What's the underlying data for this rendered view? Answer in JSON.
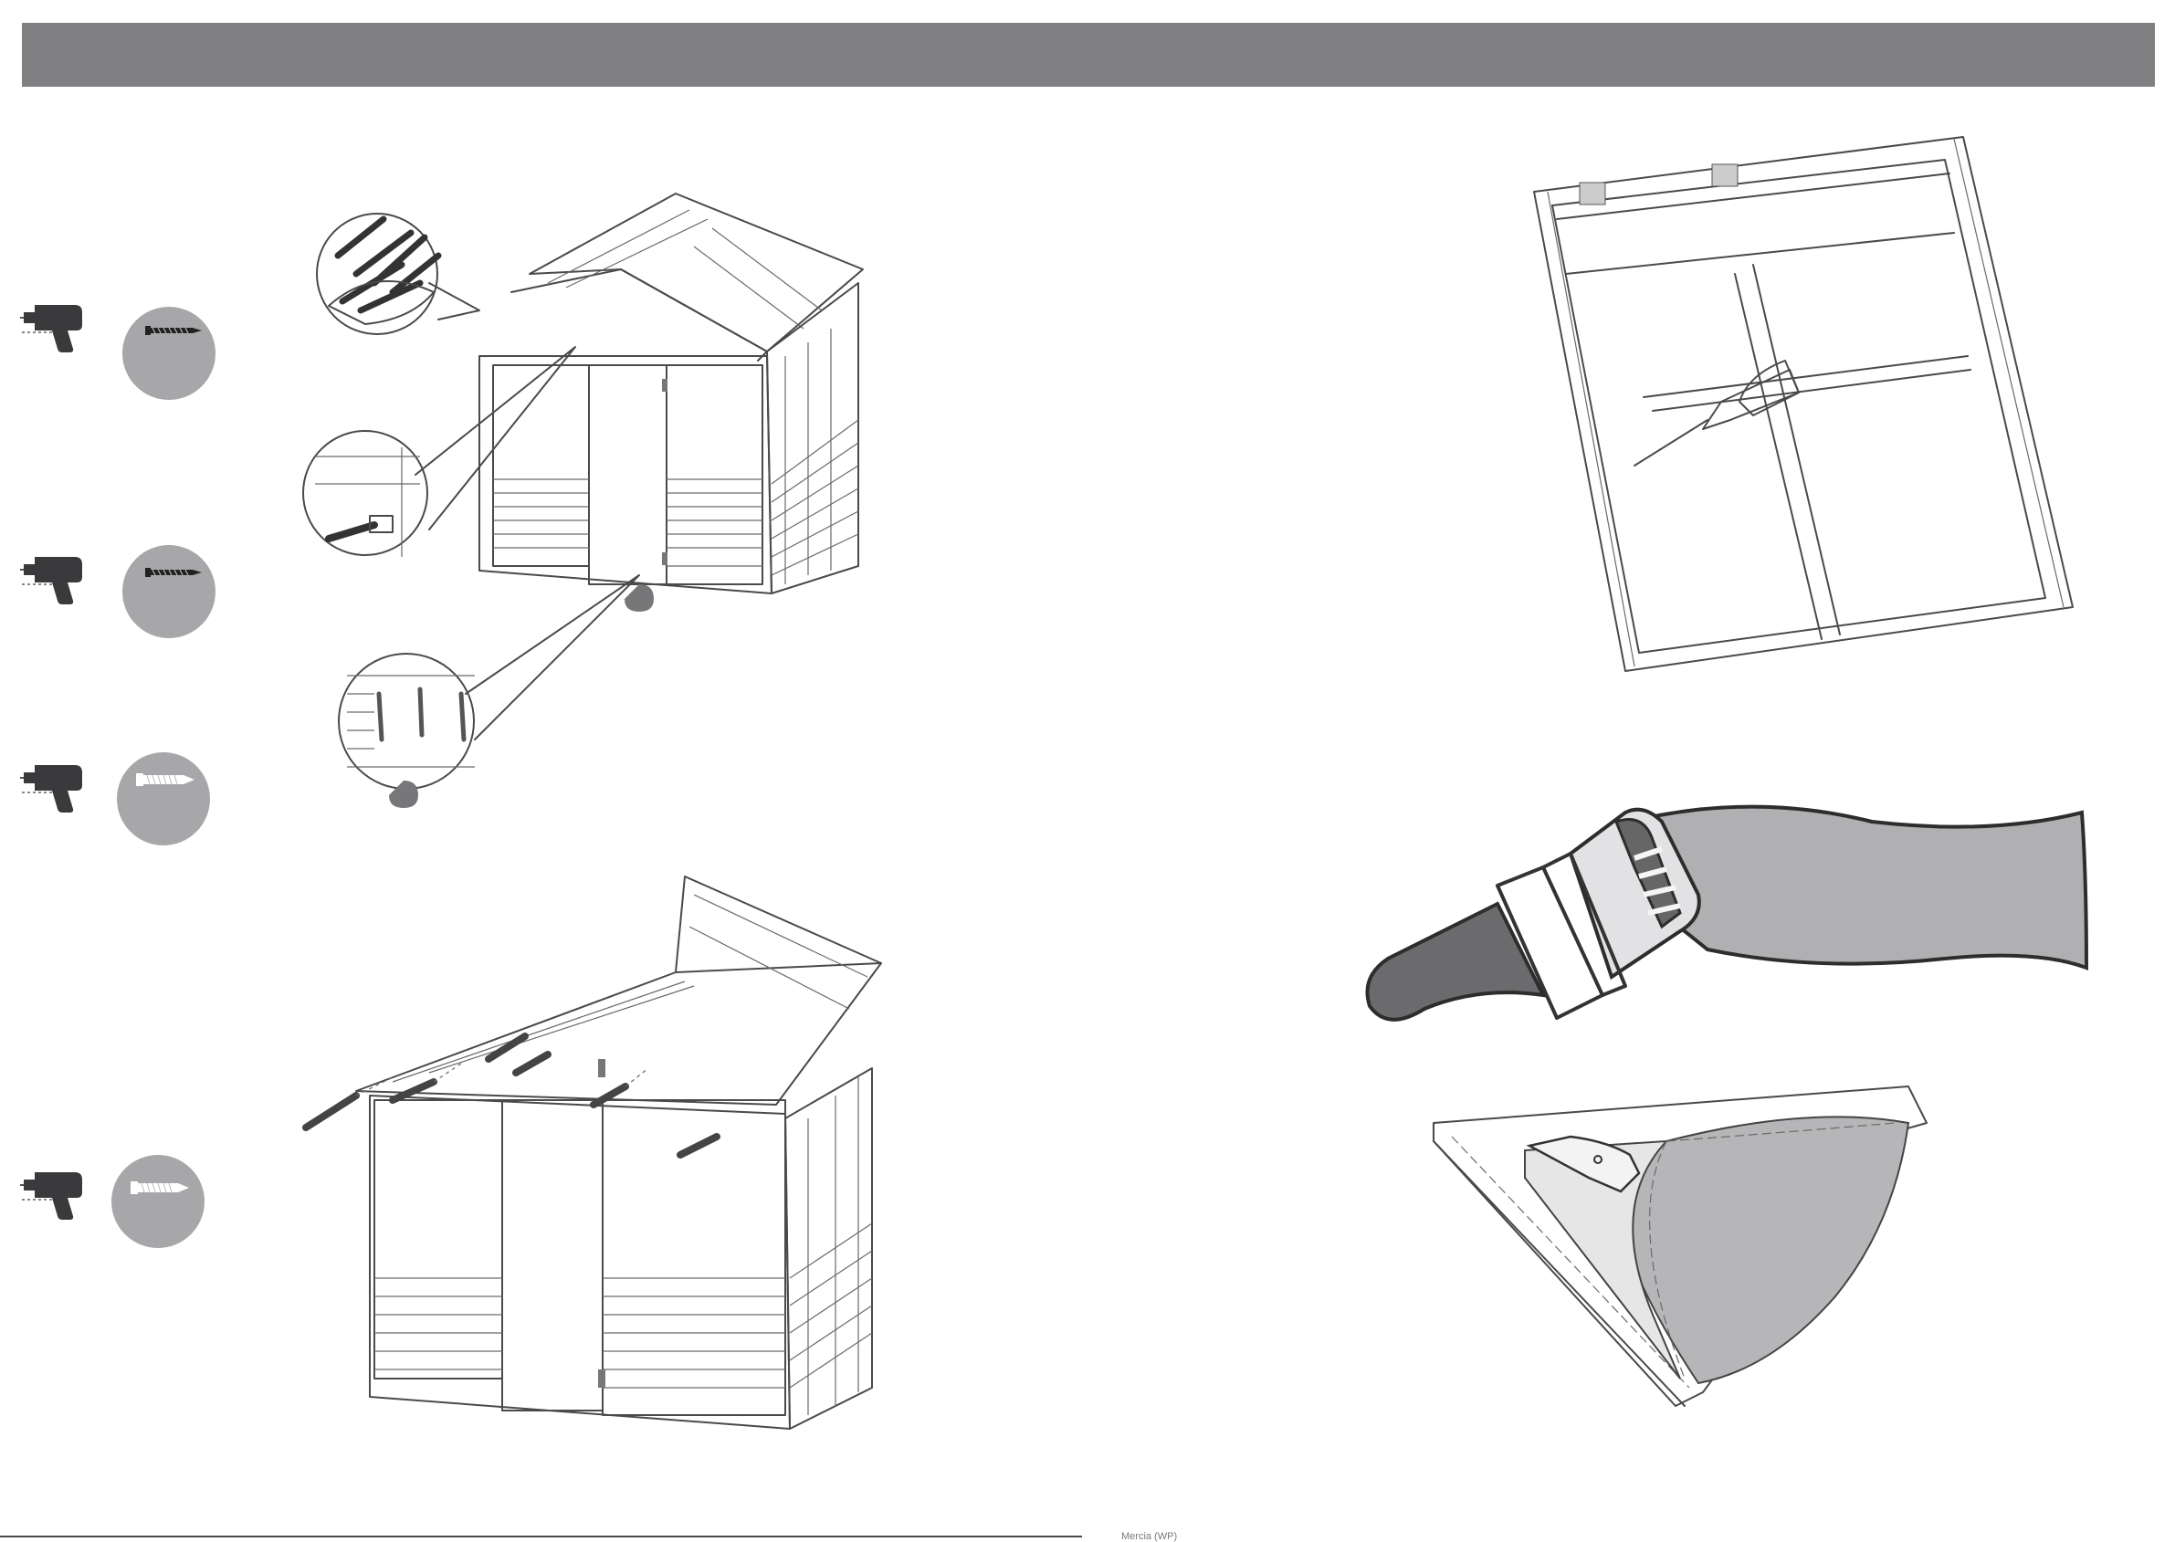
{
  "colors": {
    "header_bar": "#808083",
    "tool_badge": "#a7a7aa",
    "drill_body": "#3a3a3c",
    "brush_handle": "#6b6b6e",
    "brush_bristles": "#e2e2e4",
    "paint_stroke": "#b0b0b2",
    "line": "#4a4a4a"
  },
  "icons": {
    "tool_rows": [
      {
        "drill": "drill-icon",
        "fastener": "black-screw-icon"
      },
      {
        "drill": "drill-icon",
        "fastener": "black-screw-icon"
      },
      {
        "drill": "drill-icon",
        "fastener": "silver-screw-icon"
      },
      {
        "drill": "drill-icon",
        "fastener": "silver-screw-icon"
      }
    ],
    "illustrations": [
      "shed-door-hinge-assembly-illustration",
      "shed-roof-fascia-screws-illustration",
      "window-frame-sealant-illustration",
      "paintbrush-illustration",
      "roof-edge-painting-illustration"
    ]
  },
  "footer": {
    "text": "Mercia (WP)"
  }
}
